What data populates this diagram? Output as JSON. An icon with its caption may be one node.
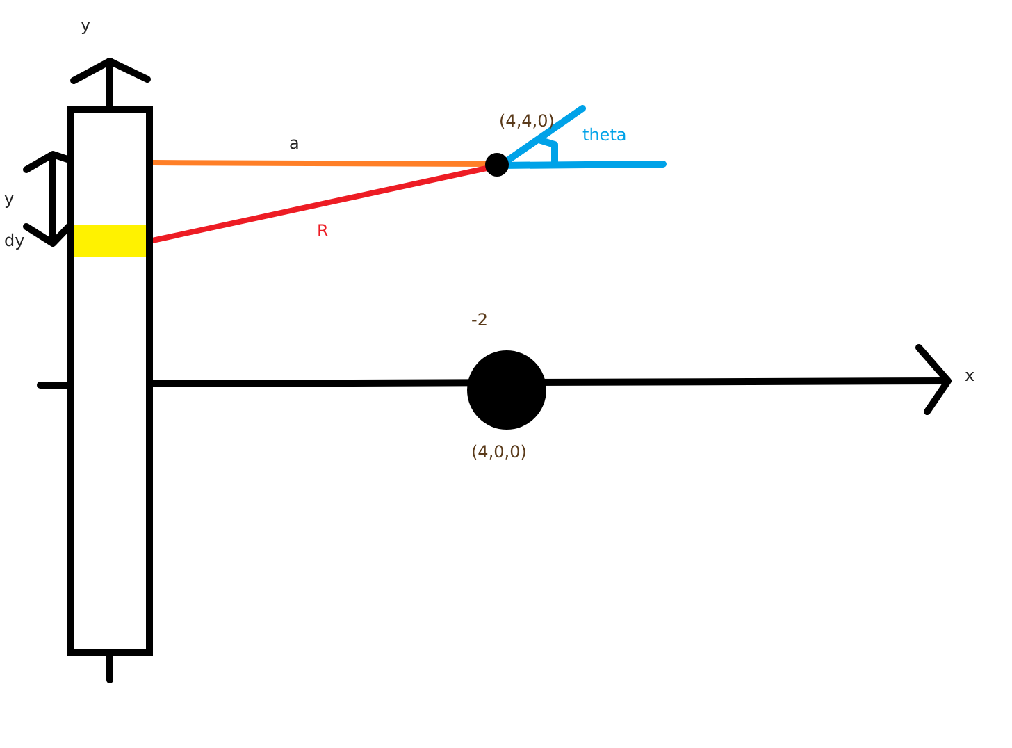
{
  "diagram": {
    "nodes": [
      {
        "text": [],
        "shape": "bar"
      },
      {
        "text": [],
        "shape": "box",
        "in": 0
      },
      {
        "text": [],
        "shape": "circle",
        "beside": [
          "(4,4,0)"
        ]
      },
      {
        "text": [],
        "shape": "circle",
        "beside": [
          "-2",
          "(4,0,0)"
        ]
      }
    ],
    "edges": [
      {
        "from": 0,
        "to": 2,
        "arrow": "none",
        "label": "a",
        "color": "#ff7f27"
      },
      {
        "from": 1,
        "to": 2,
        "arrow": "none",
        "label": "R",
        "color": "#ed1c24"
      }
    ],
    "labels": [
      "y",
      "y",
      "dy",
      "theta",
      "x"
    ]
  }
}
